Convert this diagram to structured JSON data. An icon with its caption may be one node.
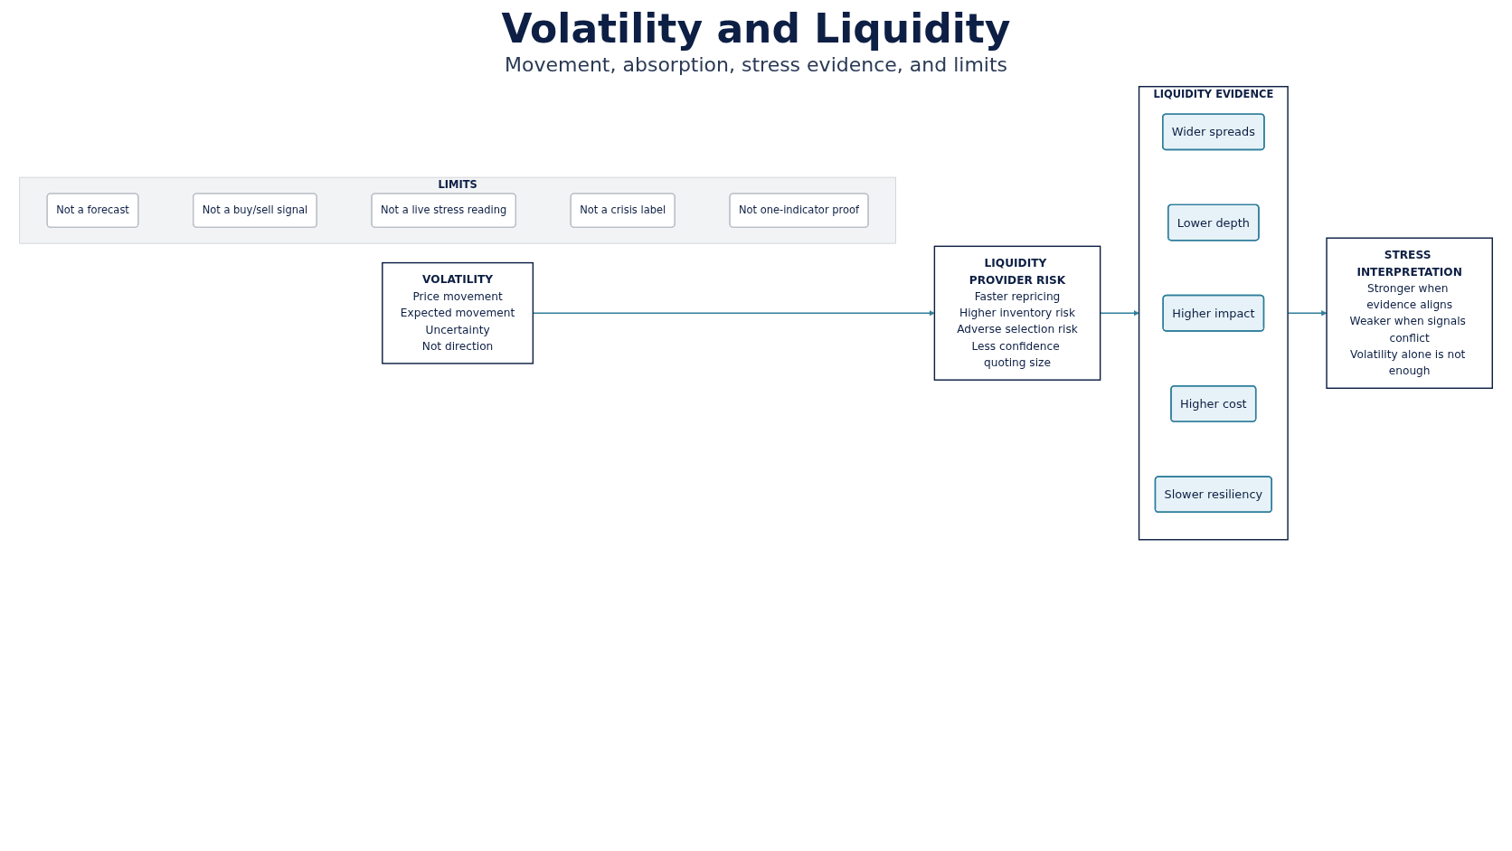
{
  "diagram": {
    "title": "Volatility and Liquidity",
    "nodes": [
      {
        "text": [
          "VOLATILITY",
          "Price movement",
          "Expected movement",
          "Uncertainty",
          "Not direction"
        ]
      },
      {
        "text": [
          "LIQUIDITY PROVIDER RISK",
          "Faster repricing",
          "Higher inventory risk",
          "Adverse selection risk",
          "Less confidence quoting size"
        ]
      },
      {
        "text": [
          "LIQUIDITY EVIDENCE"
        ]
      },
      {
        "text": [
          "Wider spreads"
        ],
        "in": 2
      },
      {
        "text": [
          "Lower depth"
        ],
        "in": 2
      },
      {
        "text": [
          "Higher impact"
        ],
        "in": 2
      },
      {
        "text": [
          "Higher cost"
        ],
        "in": 2
      },
      {
        "text": [
          "Slower resiliency"
        ],
        "in": 2
      },
      {
        "text": [
          "STRESS INTERPRETATION",
          "Stronger when evidence aligns",
          "Weaker when signals conflict",
          "Volatility alone is not enough"
        ]
      },
      {
        "text": [
          "LIMITS"
        ]
      },
      {
        "text": [
          "Not a forecast"
        ],
        "in": 9
      },
      {
        "text": [
          "Not a buy/sell signal"
        ],
        "in": 9
      },
      {
        "text": [
          "Not a live stress reading"
        ],
        "in": 9
      },
      {
        "text": [
          "Not a crisis label"
        ],
        "in": 9
      },
      {
        "text": [
          "Not one-indicator proof"
        ],
        "in": 9
      }
    ],
    "edges": [
      {
        "from": 0,
        "to": 1,
        "arrow": "to"
      },
      {
        "from": 1,
        "to": 2,
        "arrow": "to"
      },
      {
        "from": 2,
        "to": 8,
        "arrow": "to"
      }
    ],
    "labels": [
      "Movement, absorption, stress evidence, and limits"
    ]
  }
}
